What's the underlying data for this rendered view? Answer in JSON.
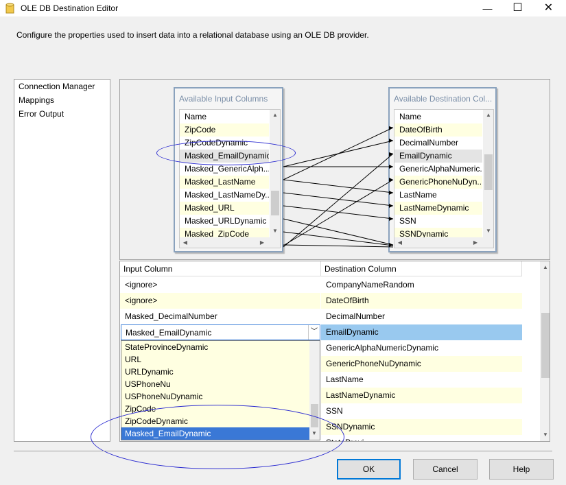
{
  "window": {
    "title": "OLE DB Destination Editor",
    "minimize_symbol": "—",
    "maximize_symbol": "☐",
    "close_symbol": "✕"
  },
  "description": "Configure the properties used to insert data into a relational database using an OLE DB provider.",
  "nav": {
    "items": [
      "Connection Manager",
      "Mappings",
      "Error Output"
    ]
  },
  "mapping": {
    "input_box": {
      "header": "Available Input Columns",
      "name_header": "Name",
      "rows": [
        "ZipCode",
        "ZipCodeDynamic",
        "Masked_EmailDynamic",
        "Masked_GenericAlph...",
        "Masked_LastName",
        "Masked_LastNameDy...",
        "Masked_URL",
        "Masked_URLDynamic",
        "Masked_ZipCode"
      ]
    },
    "dest_box": {
      "header": "Available Destination Col...",
      "name_header": "Name",
      "rows": [
        "DateOfBirth",
        "DecimalNumber",
        "EmailDynamic",
        "GenericAlphaNumeric...",
        "GenericPhoneNuDyn...",
        "LastName",
        "LastNameDynamic",
        "SSN",
        "SSNDynamic"
      ]
    }
  },
  "grid": {
    "headers": [
      "Input Column",
      "Destination Column"
    ],
    "rows": [
      {
        "input": "<ignore>",
        "dest": "CompanyNameRandom"
      },
      {
        "input": "<ignore>",
        "dest": "DateOfBirth"
      },
      {
        "input": "Masked_DecimalNumber",
        "dest": "DecimalNumber"
      },
      {
        "input": "Masked_EmailDynamic",
        "dest": "EmailDynamic"
      },
      {
        "input": "",
        "dest": "GenericAlphaNumericDynamic"
      },
      {
        "input": "",
        "dest": "GenericPhoneNuDynamic"
      },
      {
        "input": "",
        "dest": "LastName"
      },
      {
        "input": "",
        "dest": "LastNameDynamic"
      },
      {
        "input": "",
        "dest": "SSN"
      },
      {
        "input": "",
        "dest": "SSNDynamic"
      },
      {
        "input": "",
        "dest": "StateProvi..."
      }
    ],
    "combo_value": "Masked_EmailDynamic",
    "dropdown_items": [
      "StateProvinceDynamic",
      "URL",
      "URLDynamic",
      "USPhoneNu",
      "USPhoneNuDynamic",
      "ZipCode",
      "ZipCodeDynamic",
      "Masked_EmailDynamic"
    ]
  },
  "buttons": {
    "ok": "OK",
    "cancel": "Cancel",
    "help": "Help"
  },
  "colors": {
    "header_text": "#7b8fa8",
    "row_highlight": "#ffffe1",
    "selection": "#3a78d6",
    "annotation": "#2a2ad0"
  }
}
